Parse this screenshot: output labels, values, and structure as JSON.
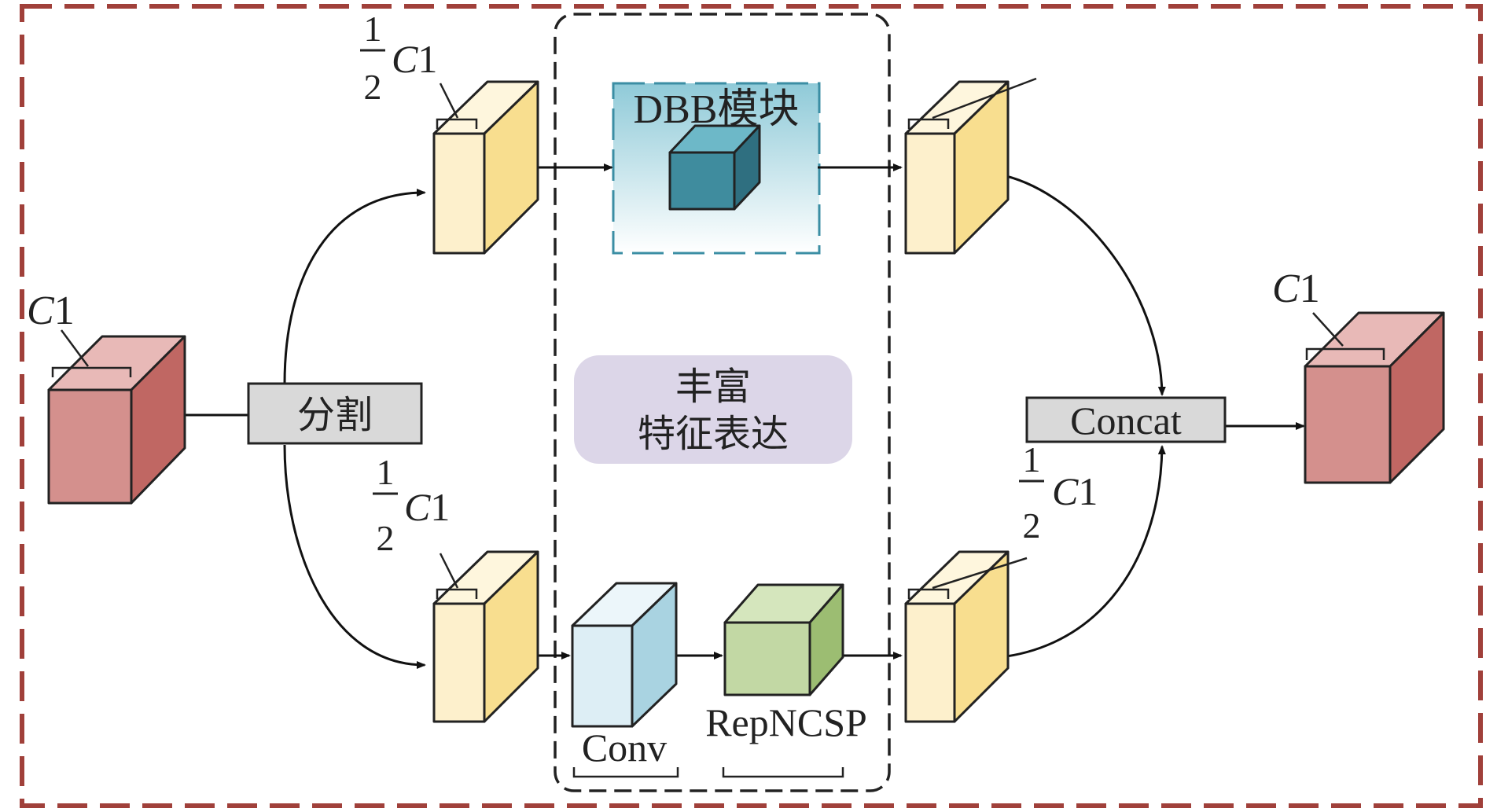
{
  "labels": {
    "c1": "C",
    "one": "1",
    "frac_num": "1",
    "frac_den": "2",
    "split": "分割",
    "dbb": "DBB模块",
    "rich_line1": "丰富",
    "rich_line2": "特征表达",
    "concat": "Concat",
    "conv": "Conv",
    "repncsp": "RepNCSP"
  },
  "colors": {
    "outer_border": "#a0403a",
    "inner_border": "#222222",
    "red_front": "#d4908d",
    "red_top": "#e8b9b7",
    "red_side": "#c06763",
    "yellow_front": "#fdf0cc",
    "yellow_top": "#fef6dd",
    "yellow_side": "#f8de8f",
    "teal_front": "#3f8c9e",
    "teal_top": "#6db8c8",
    "teal_side": "#2f6f80",
    "lightblue_front": "#ddeef5",
    "lightblue_top": "#ecf6fa",
    "lightblue_side": "#a9d3e1",
    "green_front": "#c2d8a4",
    "green_top": "#d5e6bd",
    "green_side": "#9cbd72",
    "gray_box": "#d9d9d9",
    "purple_box": "#dcd6e8",
    "dbb_bg_top": "#8fcad8",
    "dbb_bg_bottom": "#ffffff"
  }
}
